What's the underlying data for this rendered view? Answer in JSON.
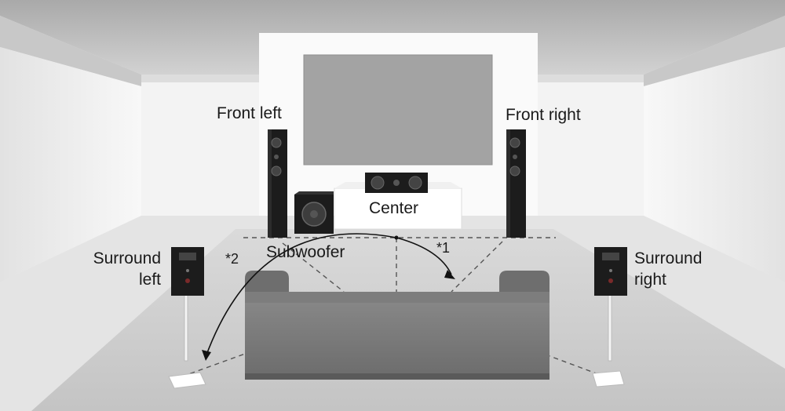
{
  "labels": {
    "front_left": "Front left",
    "front_right": "Front right",
    "center": "Center",
    "subwoofer": "Subwoofer",
    "surround_left_line1": "Surround",
    "surround_left_line2": "left",
    "surround_right_line1": "Surround",
    "surround_right_line2": "right",
    "angle_marker_1": "*1",
    "angle_marker_2": "*2"
  },
  "colors": {
    "speaker": "#1c1c1c",
    "floor": "#cfcfcf",
    "sofa": "#777777",
    "screen": "#a3a3a3",
    "text": "#1a1a1a"
  }
}
